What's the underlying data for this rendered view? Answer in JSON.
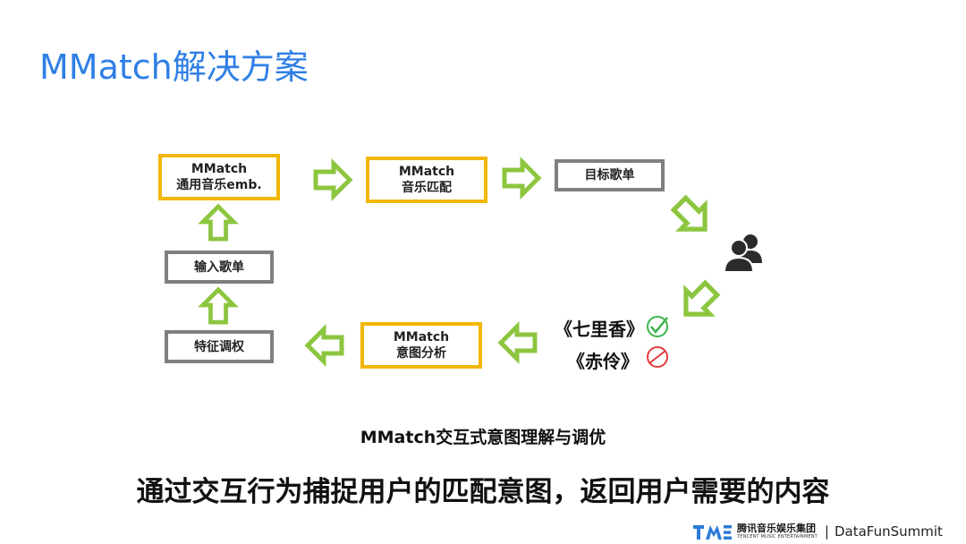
{
  "title": "MMatch解决方案",
  "nodes": {
    "general_emb": {
      "line1": "MMatch",
      "line2": "通用音乐emb."
    },
    "music_match": {
      "line1": "MMatch",
      "line2": "音乐匹配"
    },
    "target_playlist": {
      "label": "目标歌单"
    },
    "input_playlist": {
      "label": "输入歌单"
    },
    "intent_analysis": {
      "line1": "MMatch",
      "line2": "意图分析"
    },
    "feature_tuning": {
      "label": "特征调权"
    }
  },
  "songs": [
    {
      "title": "《七里香》",
      "feedback": "check-icon",
      "color": "#3cb54a"
    },
    {
      "title": "《赤伶》",
      "feedback": "no-icon",
      "color": "#e03c3c"
    }
  ],
  "caption": "MMatch交互式意图理解与调优",
  "headline": "通过交互行为捕捉用户的匹配意图，返回用户需要的内容",
  "footer": {
    "brand_cn": "腾讯音乐娱乐集团",
    "brand_en": "TENCENT MUSIC ENTERTAINMENT",
    "separator": "|",
    "summit": "DataFunSummit"
  },
  "colors": {
    "title": "#2f7fe6",
    "highlight_border": "#f2b705",
    "plain_border": "#7f7f7f",
    "arrow": "#8cc63f"
  }
}
